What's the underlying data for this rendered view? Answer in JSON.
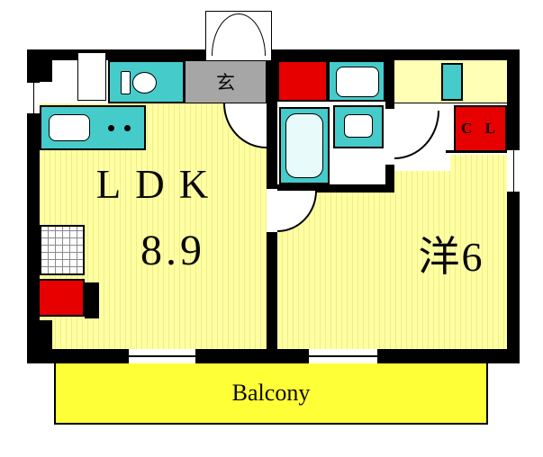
{
  "labels": {
    "ldk": "LDK",
    "ldk_size": "8.9",
    "western_room": "洋6",
    "entrance": "玄",
    "closet": "C L",
    "balcony": "Balcony"
  },
  "colors": {
    "wall": "#000000",
    "room_yellow": "#ffffa2",
    "room_stripe": "#eded8d",
    "balcony_yellow": "#ffff38",
    "fixture_cyan": "#46cbcb",
    "accent_red": "#e60000",
    "entrance_gray": "#a6a6a6"
  },
  "icons": [
    "toilet-icon",
    "bathtub-icon",
    "washing-machine-icon",
    "sink-icon",
    "stove-burners-icon",
    "washbasin-icon",
    "door-swing-icon",
    "grid-hatch-icon"
  ]
}
